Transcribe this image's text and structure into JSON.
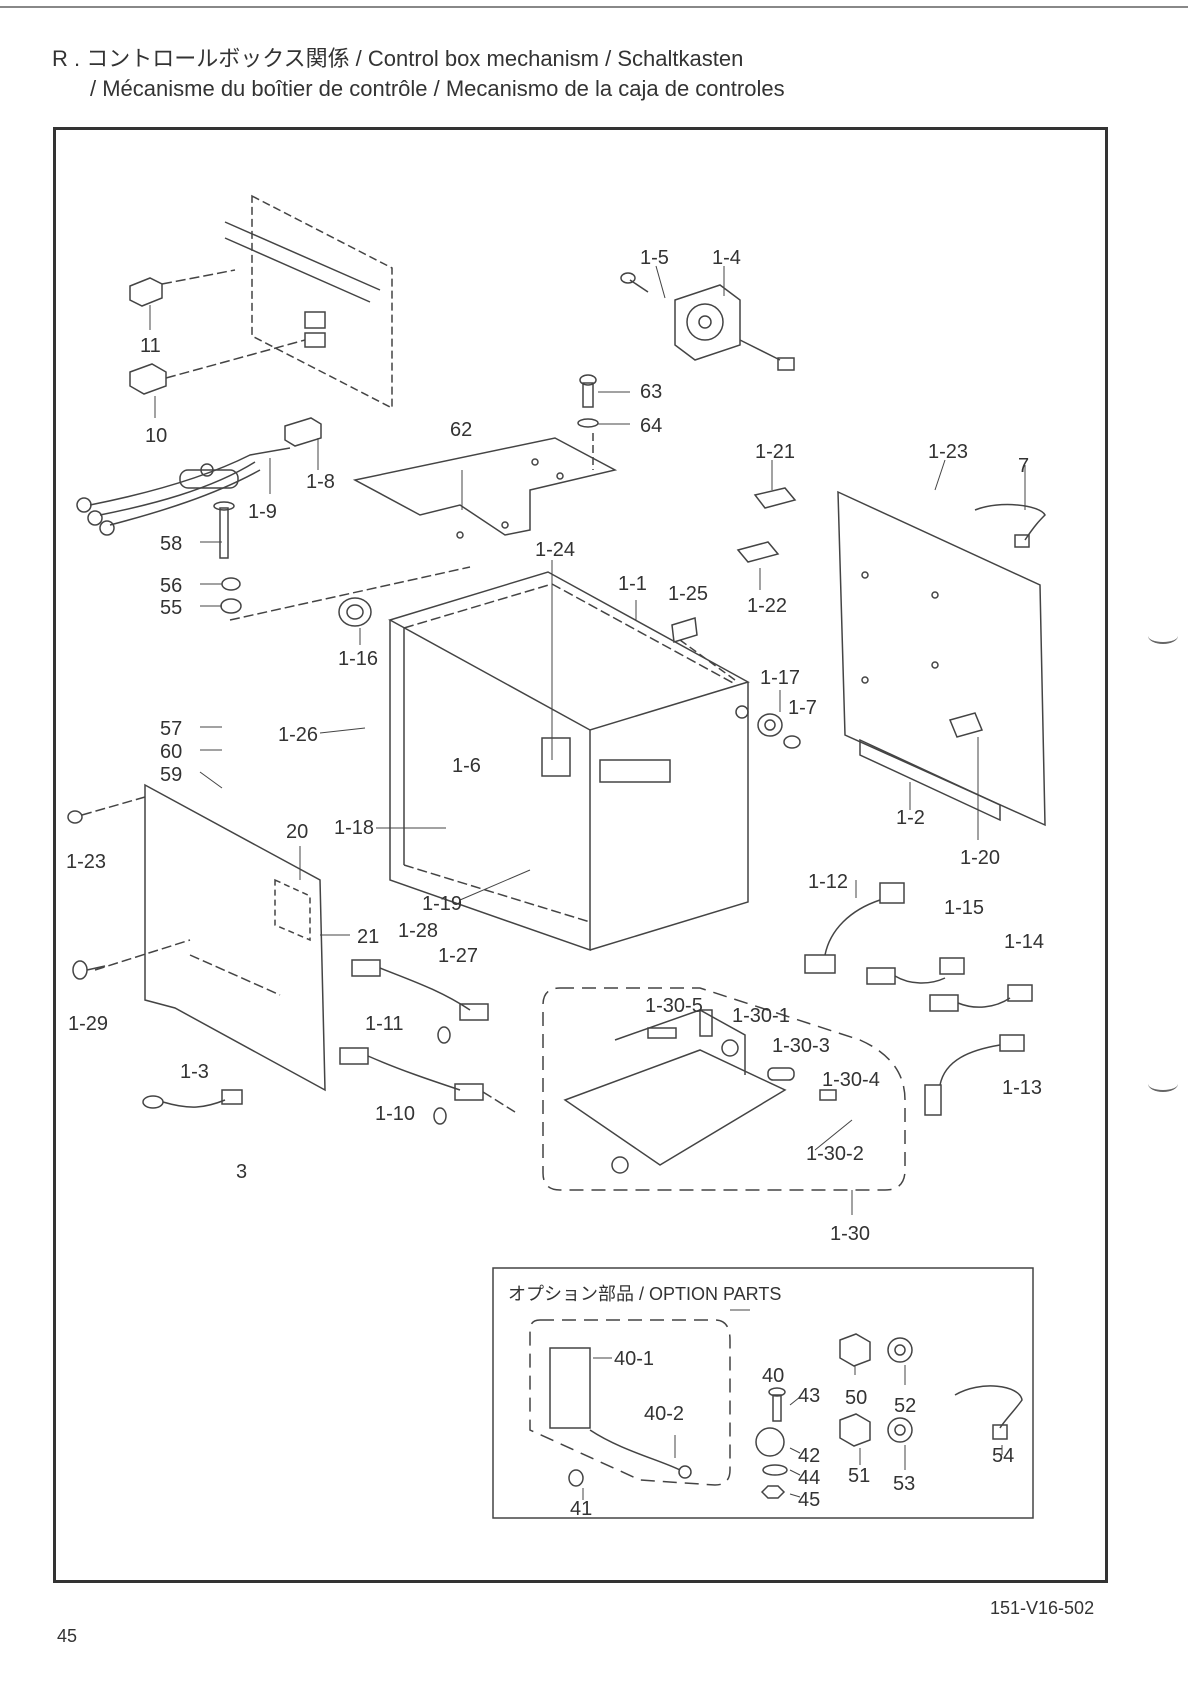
{
  "header": {
    "title_line1": "R . コントロールボックス関係 / Control box mechanism / Schaltkasten",
    "title_line2": "/ Mécanisme du boîtier de contrôle / Mecanismo de la caja de controles"
  },
  "option_box": {
    "title": "オプション部品 / OPTION PARTS"
  },
  "footer": {
    "page_number": "45",
    "doc_code": "151-V16-502"
  },
  "callouts": [
    {
      "id": "11",
      "text": "11"
    },
    {
      "id": "10",
      "text": "10"
    },
    {
      "id": "1-8",
      "text": "1-8"
    },
    {
      "id": "1-9",
      "text": "1-9"
    },
    {
      "id": "58",
      "text": "58"
    },
    {
      "id": "56",
      "text": "56"
    },
    {
      "id": "55",
      "text": "55"
    },
    {
      "id": "1-16",
      "text": "1-16"
    },
    {
      "id": "57",
      "text": "57"
    },
    {
      "id": "60",
      "text": "60"
    },
    {
      "id": "59",
      "text": "59"
    },
    {
      "id": "1-26",
      "text": "1-26"
    },
    {
      "id": "1-6",
      "text": "1-6"
    },
    {
      "id": "1-23a",
      "text": "1-23"
    },
    {
      "id": "20",
      "text": "20"
    },
    {
      "id": "1-18",
      "text": "1-18"
    },
    {
      "id": "1-19",
      "text": "1-19"
    },
    {
      "id": "21",
      "text": "21"
    },
    {
      "id": "1-28",
      "text": "1-28"
    },
    {
      "id": "1-27",
      "text": "1-27"
    },
    {
      "id": "1-29",
      "text": "1-29"
    },
    {
      "id": "1-11",
      "text": "1-11"
    },
    {
      "id": "1-3",
      "text": "1-3"
    },
    {
      "id": "1-10",
      "text": "1-10"
    },
    {
      "id": "3",
      "text": "3"
    },
    {
      "id": "62",
      "text": "62"
    },
    {
      "id": "63",
      "text": "63"
    },
    {
      "id": "64",
      "text": "64"
    },
    {
      "id": "1-5",
      "text": "1-5"
    },
    {
      "id": "1-4",
      "text": "1-4"
    },
    {
      "id": "1-24",
      "text": "1-24"
    },
    {
      "id": "1-1",
      "text": "1-1"
    },
    {
      "id": "1-25",
      "text": "1-25"
    },
    {
      "id": "1-21",
      "text": "1-21"
    },
    {
      "id": "1-22",
      "text": "1-22"
    },
    {
      "id": "1-23b",
      "text": "1-23"
    },
    {
      "id": "7",
      "text": "7"
    },
    {
      "id": "1-17",
      "text": "1-17"
    },
    {
      "id": "1-7",
      "text": "1-7"
    },
    {
      "id": "1-2",
      "text": "1-2"
    },
    {
      "id": "1-20",
      "text": "1-20"
    },
    {
      "id": "1-12",
      "text": "1-12"
    },
    {
      "id": "1-15",
      "text": "1-15"
    },
    {
      "id": "1-14",
      "text": "1-14"
    },
    {
      "id": "1-13",
      "text": "1-13"
    },
    {
      "id": "1-30-5",
      "text": "1-30-5"
    },
    {
      "id": "1-30-1",
      "text": "1-30-1"
    },
    {
      "id": "1-30-3",
      "text": "1-30-3"
    },
    {
      "id": "1-30-4",
      "text": "1-30-4"
    },
    {
      "id": "1-30-2",
      "text": "1-30-2"
    },
    {
      "id": "1-30",
      "text": "1-30"
    },
    {
      "id": "40-1",
      "text": "40-1"
    },
    {
      "id": "40",
      "text": "40"
    },
    {
      "id": "43",
      "text": "43"
    },
    {
      "id": "40-2",
      "text": "40-2"
    },
    {
      "id": "42",
      "text": "42"
    },
    {
      "id": "44",
      "text": "44"
    },
    {
      "id": "45",
      "text": "45"
    },
    {
      "id": "41",
      "text": "41"
    },
    {
      "id": "50",
      "text": "50"
    },
    {
      "id": "52",
      "text": "52"
    },
    {
      "id": "51",
      "text": "51"
    },
    {
      "id": "53",
      "text": "53"
    },
    {
      "id": "54",
      "text": "54"
    }
  ]
}
